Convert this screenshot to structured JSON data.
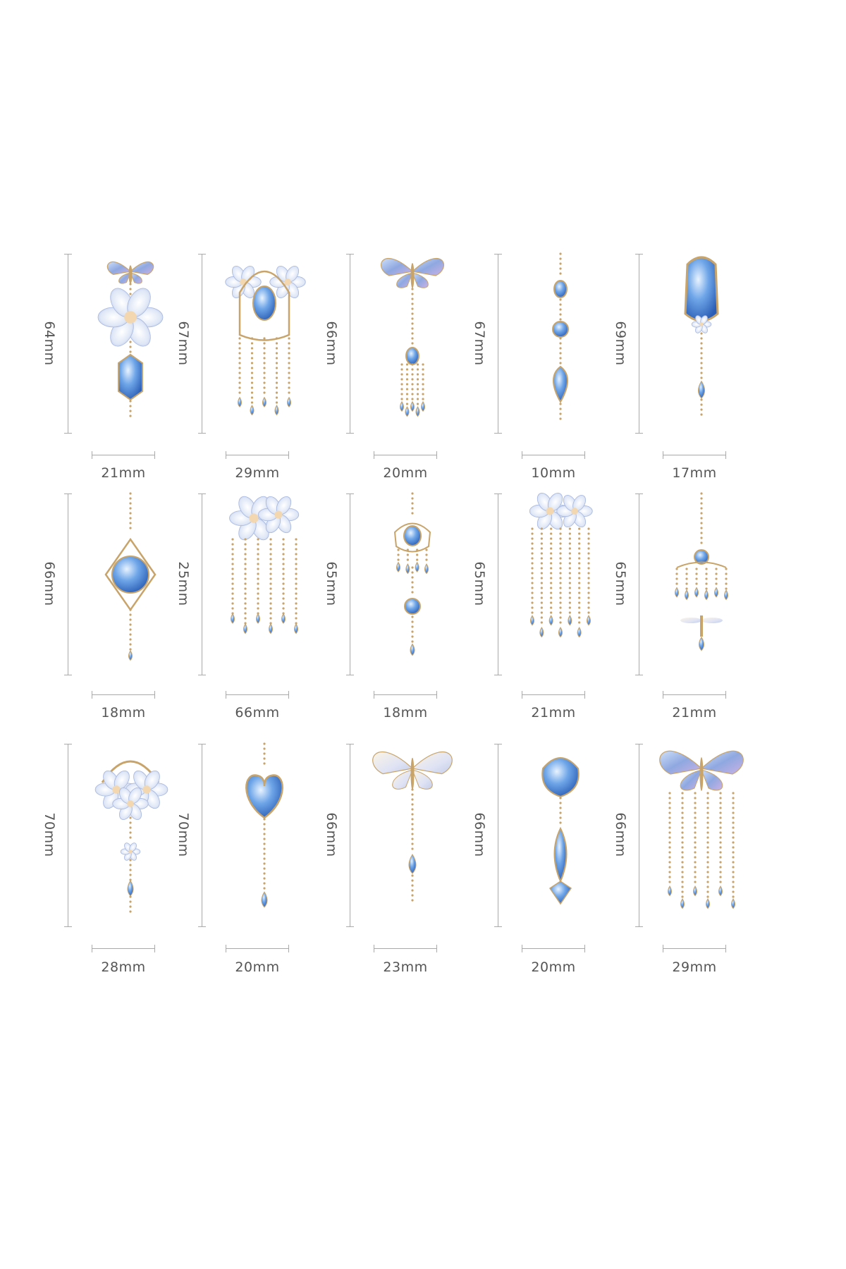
{
  "colors": {
    "gem_blue": "#3f7fd6",
    "gem_light": "#bcd8f5",
    "gold": "#c9a46a",
    "petal": "#dfe7f6",
    "lilac": "#b9a7d9",
    "line": "#a9a9a9",
    "label": "#555555"
  },
  "rows": [
    {
      "items": [
        {
          "motif": "butterfly-flower-gem-icon",
          "height": "64mm",
          "width": "21mm"
        },
        {
          "motif": "framed-gem-tassel-icon",
          "height": "67mm",
          "width": "29mm"
        },
        {
          "motif": "butterfly-tassel-icon",
          "height": "66mm",
          "width": "20mm"
        },
        {
          "motif": "gem-chain-icon",
          "height": "67mm",
          "width": "10mm"
        },
        {
          "motif": "shield-gem-drop-icon",
          "height": "69mm",
          "width": "17mm"
        }
      ]
    },
    {
      "items": [
        {
          "motif": "round-gem-pendant-icon",
          "height": "66mm",
          "width": "18mm"
        },
        {
          "motif": "flower-tassel-icon",
          "height": "25mm",
          "width": "66mm"
        },
        {
          "motif": "crown-gem-chain-icon",
          "height": "65mm",
          "width": "18mm"
        },
        {
          "motif": "flower-fringe-icon",
          "height": "65mm",
          "width": "21mm"
        },
        {
          "motif": "chandelier-dragonfly-icon",
          "height": "65mm",
          "width": "21mm"
        }
      ]
    },
    {
      "items": [
        {
          "motif": "floral-arch-pendant-icon",
          "height": "70mm",
          "width": "28mm"
        },
        {
          "motif": "heart-gem-pendant-icon",
          "height": "70mm",
          "width": "20mm"
        },
        {
          "motif": "pale-butterfly-drop-icon",
          "height": "66mm",
          "width": "23mm"
        },
        {
          "motif": "ornate-marquise-pendant-icon",
          "height": "66mm",
          "width": "20mm"
        },
        {
          "motif": "blue-butterfly-tassel-icon",
          "height": "66mm",
          "width": "29mm"
        }
      ]
    }
  ]
}
